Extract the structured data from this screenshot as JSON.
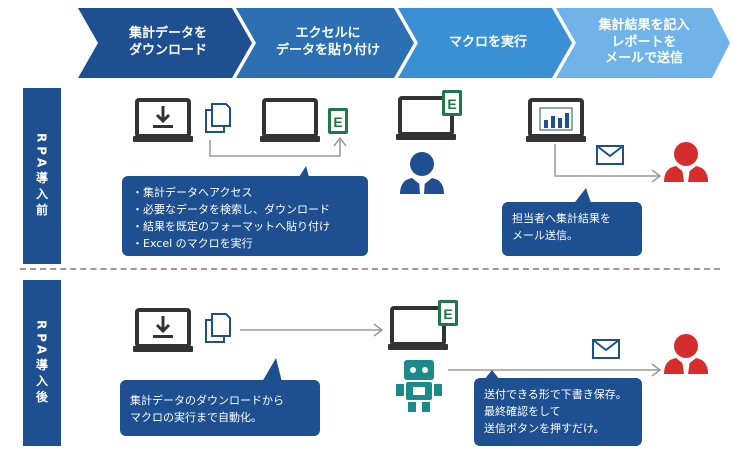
{
  "steps": [
    {
      "label": "集計データを\nダウンロード",
      "color": "#1d4f91"
    },
    {
      "label": "エクセルに\nデータを貼り付け",
      "color": "#2c6fb3"
    },
    {
      "label": "マクロを実行",
      "color": "#3b8fd4"
    },
    {
      "label": "集計結果を記入\nレポートを\nメールで送信",
      "color": "#6fb3e8"
    }
  ],
  "before": {
    "side_label": "RPA導入前",
    "bubble_main": "・集計データへアクセス\n・必要なデータを検索し、ダウンロード\n・結果を既定のフォーマットへ貼り付け\n・Excel のマクロを実行",
    "bubble_mail": "担当者へ集計結果を\nメール送信。"
  },
  "after": {
    "side_label": "RPA導入後",
    "bubble_main": "集計データのダウンロードから\nマクロの実行まで自動化。",
    "bubble_mail": "送付できる形で下書き保存。\n最終確認をして\n送信ボタンを押すだけ。"
  },
  "icons": {
    "excel_letter": "E"
  },
  "colors": {
    "navy": "#1d4f91",
    "excel_green": "#1e7a45",
    "person_red": "#d62c2c",
    "robot_teal": "#1c8a8a",
    "line_gray": "#999999"
  }
}
